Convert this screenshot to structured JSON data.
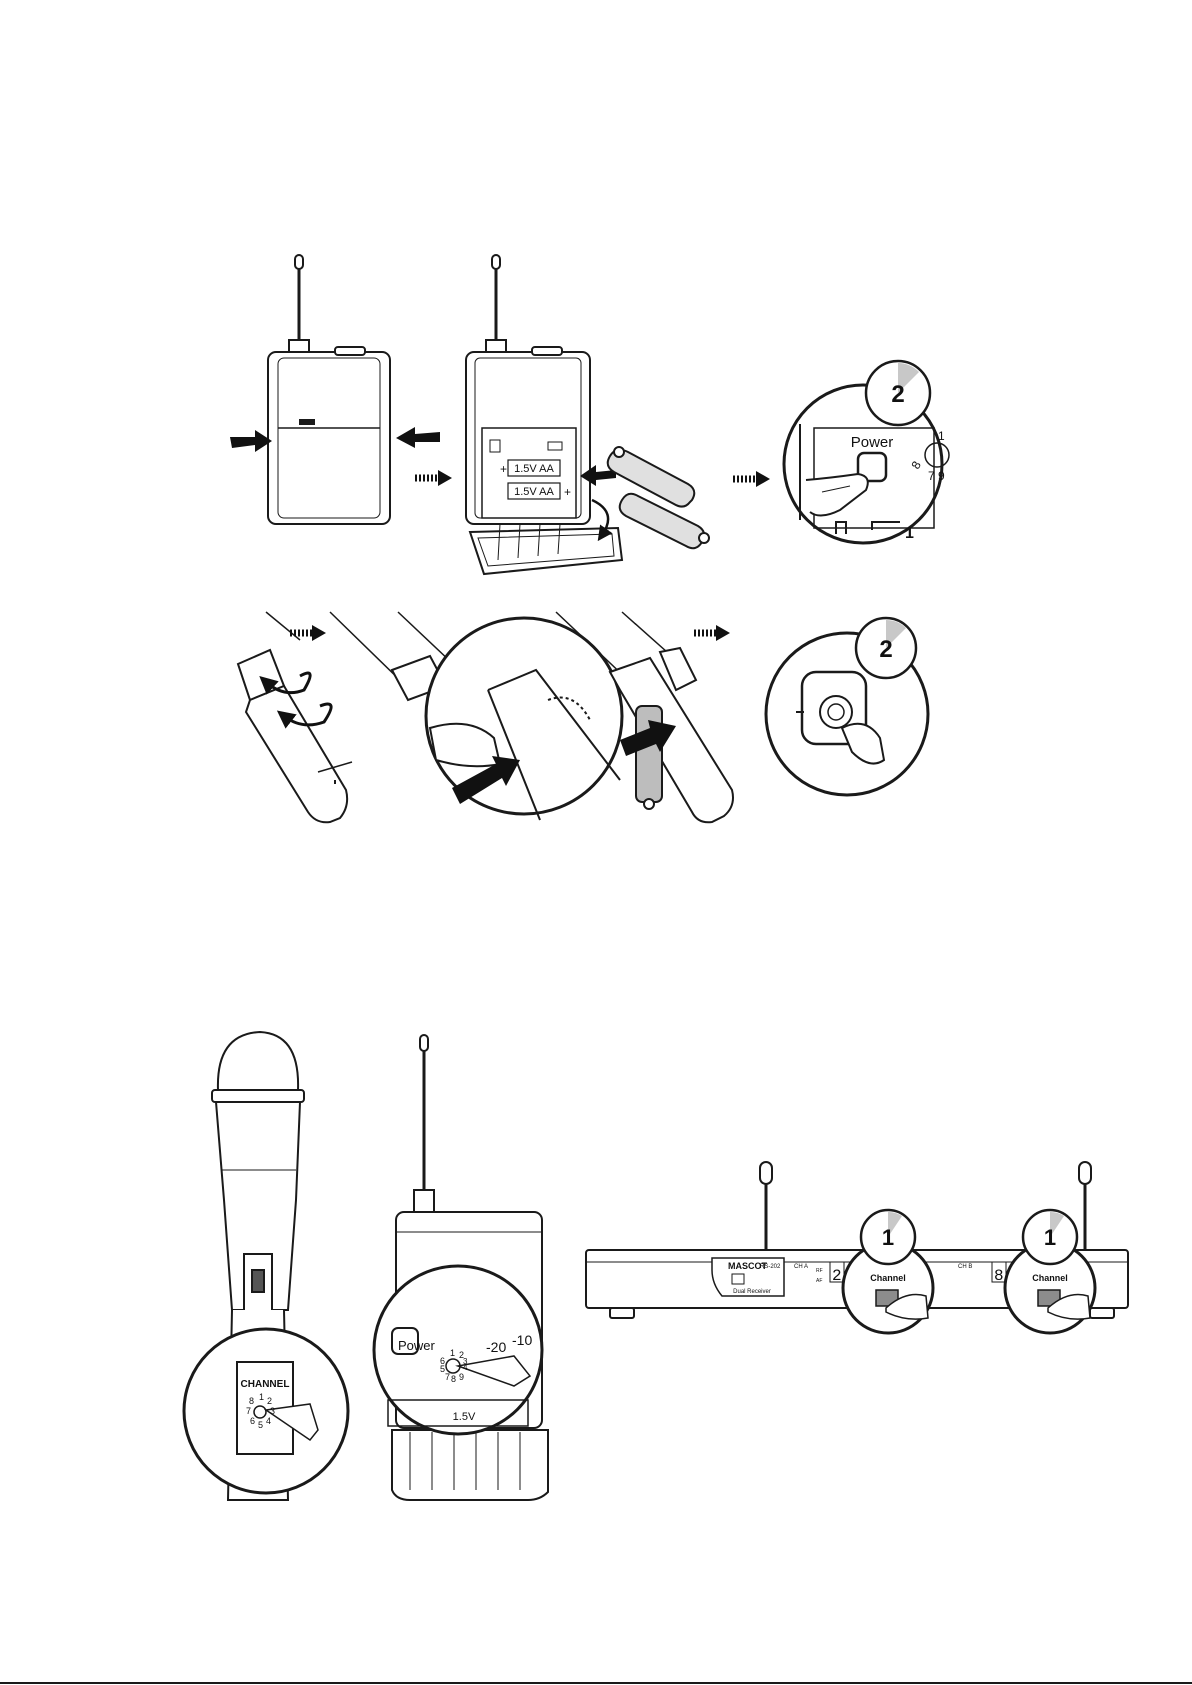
{
  "bodypack_step": {
    "battery_label_1": "1.5V AA",
    "battery_label_2": "1.5V AA",
    "power_label": "Power",
    "timer_value": "2",
    "dial_digits": [
      "1",
      "8",
      "7",
      "9"
    ],
    "dial_number_bottom": "1"
  },
  "handheld_step": {
    "timer_value": "2"
  },
  "channel_step": {
    "handheld_switch_title": "CHANNEL",
    "handheld_switch_digits": [
      "1",
      "2",
      "3",
      "4",
      "5",
      "6",
      "7",
      "8"
    ],
    "bodypack_power_label": "Power",
    "bodypack_gain_labels": [
      "-20",
      "-10"
    ],
    "bodypack_dial_digits": [
      "1",
      "2",
      "3",
      "4",
      "5",
      "6",
      "7",
      "8",
      "9"
    ],
    "bodypack_battery_label": "1.5V",
    "receiver_brand": "MASCOT",
    "receiver_model": "RS-202",
    "receiver_subtitle": "Dual Receiver",
    "receiver_channel_a_label": "CH A",
    "receiver_channel_b_label": "CH B",
    "receiver_rf_label": "RF",
    "receiver_af_label": "AF",
    "receiver_display_a": "2.",
    "receiver_display_b": "8",
    "receiver_channel_button_label_a": "Channel",
    "receiver_channel_button_label_b": "Channel",
    "receiver_timer_a": "1",
    "receiver_timer_b": "1"
  },
  "colors": {
    "line": "#1a1a1a",
    "shade": "#bdbdbd",
    "button_fill": "#8c8c8c",
    "timer_wedge": "#c8c8c8"
  }
}
